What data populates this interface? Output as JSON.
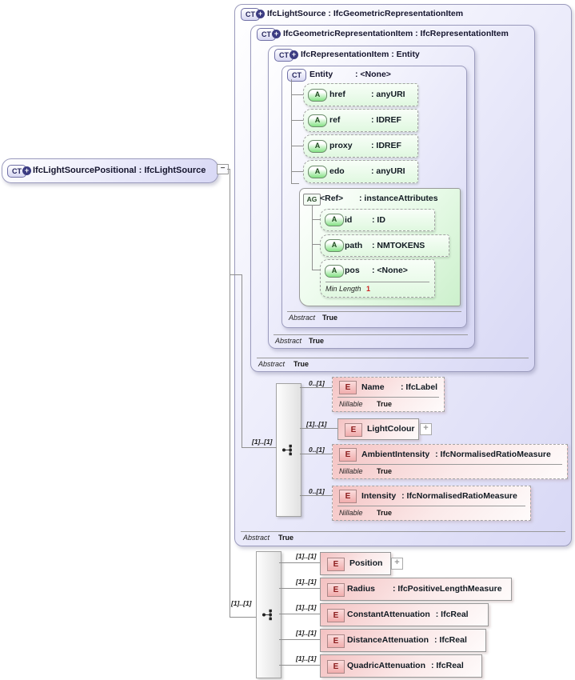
{
  "icons": {
    "ct": "CT",
    "plus": "+",
    "a": "A",
    "e": "E",
    "ag": "AG",
    "collapse": "−",
    "expand": "+"
  },
  "root": {
    "label": "IfcLightSourcePositional : IfcLightSource"
  },
  "boxes": {
    "lightsource": {
      "title": "IfcLightSource : IfcGeometricRepresentationItem",
      "abstract": {
        "label": "Abstract",
        "value": "True"
      }
    },
    "geometric": {
      "title": "IfcGeometricRepresentationItem : IfcRepresentationItem",
      "abstract": {
        "label": "Abstract",
        "value": "True"
      }
    },
    "representation": {
      "title": "IfcRepresentationItem : Entity",
      "abstract": {
        "label": "Abstract",
        "value": "True"
      }
    },
    "entity": {
      "name": "Entity",
      "type": ": <None>",
      "abstract": {
        "label": "Abstract",
        "value": "True"
      }
    }
  },
  "entity_attributes": [
    {
      "name": "href",
      "type": ": anyURI"
    },
    {
      "name": "ref",
      "type": ": IDREF"
    },
    {
      "name": "proxy",
      "type": ": IDREF"
    },
    {
      "name": "edo",
      "type": ": anyURI"
    }
  ],
  "attribute_group": {
    "name": "<Ref>",
    "type": ": instanceAttributes",
    "attributes": [
      {
        "name": "id",
        "type": ": ID"
      },
      {
        "name": "path",
        "type": ": NMTOKENS"
      },
      {
        "name": "pos",
        "type": ": <None>",
        "facet": {
          "label": "Min Length",
          "value": "1"
        }
      }
    ]
  },
  "inherited_sequence": {
    "cardinality": "[1]..[1]",
    "elements": [
      {
        "cardinality": "0..[1]",
        "name": "Name",
        "type": ": IfcLabel",
        "facet": {
          "label": "Nillable",
          "value": "True"
        }
      },
      {
        "cardinality": "[1]..[1]",
        "name": "LightColour"
      },
      {
        "cardinality": "0..[1]",
        "name": "AmbientIntensity",
        "type": ": IfcNormalisedRatioMeasure",
        "facet": {
          "label": "Nillable",
          "value": "True"
        }
      },
      {
        "cardinality": "0..[1]",
        "name": "Intensity",
        "type": ": IfcNormalisedRatioMeasure",
        "facet": {
          "label": "Nillable",
          "value": "True"
        }
      }
    ]
  },
  "positional_sequence": {
    "cardinality": "[1]..[1]",
    "elements": [
      {
        "cardinality": "[1]..[1]",
        "name": "Position"
      },
      {
        "cardinality": "[1]..[1]",
        "name": "Radius",
        "type": ": IfcPositiveLengthMeasure"
      },
      {
        "cardinality": "[1]..[1]",
        "name": "ConstantAttenuation",
        "type": ": IfcReal"
      },
      {
        "cardinality": "[1]..[1]",
        "name": "DistanceAttenuation",
        "type": ": IfcReal"
      },
      {
        "cardinality": "[1]..[1]",
        "name": "QuadricAttenuation",
        "type": ": IfcReal"
      }
    ]
  },
  "colors": {
    "box_purple": "#d8d8f5",
    "box_green": "#d9f5d9",
    "box_pink": "#f4c2c2",
    "line": "#8f8f8f",
    "min_length_value": "#cc2222"
  }
}
